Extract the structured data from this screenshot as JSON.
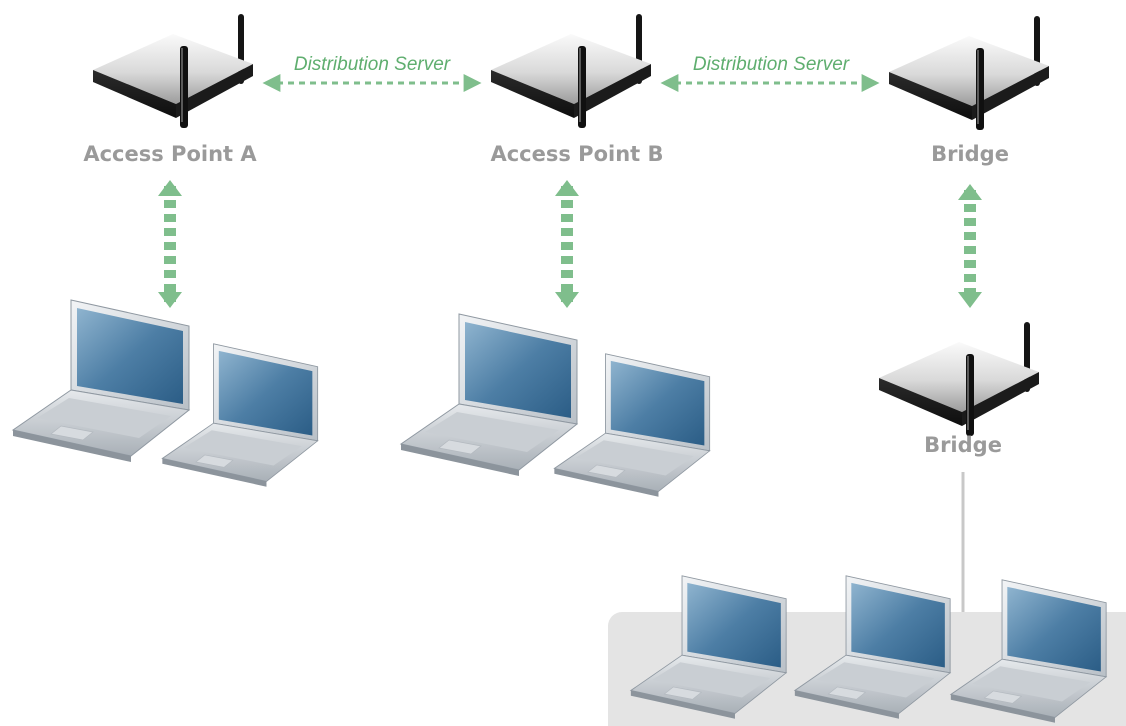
{
  "nodes": {
    "access_point_a": {
      "label": "Access Point A"
    },
    "access_point_b": {
      "label": "Access Point B"
    },
    "bridge_top": {
      "label": "Bridge"
    },
    "bridge_bottom": {
      "label": "Bridge"
    }
  },
  "links": {
    "ap_a_to_ap_b": {
      "label": "Distribution Server"
    },
    "ap_b_to_bridge": {
      "label": "Distribution Server"
    }
  },
  "colors": {
    "label_gray": "#9a9a9a",
    "link_green": "#5fae6f",
    "arrow_green": "#7fbe8c",
    "lan_panel": "#e4e4e4",
    "lan_cable": "#c8c8c8"
  },
  "icons": {
    "router": "wireless-router-icon",
    "laptop": "laptop-icon"
  }
}
